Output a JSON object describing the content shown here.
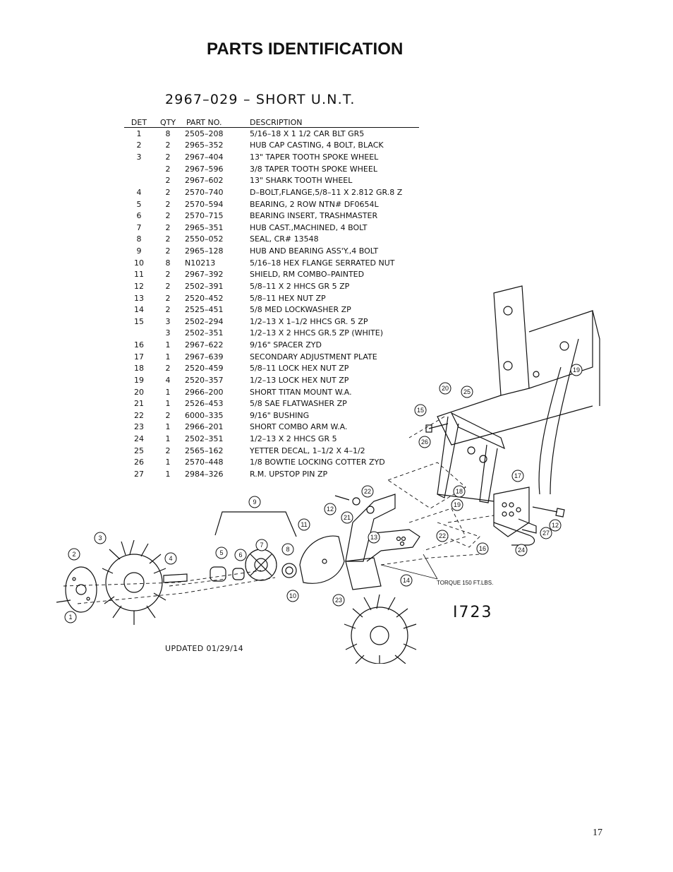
{
  "page": {
    "title": "PARTS IDENTIFICATION",
    "number": "17"
  },
  "drawing": {
    "title": "2967–029 – SHORT U.N.T.",
    "number": "I723",
    "updated": "UPDATED 01/29/14",
    "torque_note": "TORQUE 150 FT.LBS."
  },
  "table": {
    "headers": {
      "det": "DET",
      "qty": "QTY",
      "part": "PART NO.",
      "desc": "DESCRIPTION"
    },
    "rows": [
      {
        "det": "1",
        "qty": "8",
        "part": "2505–208",
        "desc": "5/16–18 X 1 1/2 CAR BLT GR5"
      },
      {
        "det": "2",
        "qty": "2",
        "part": "2965–352",
        "desc": "HUB CAP CASTING, 4 BOLT, BLACK"
      },
      {
        "det": "3",
        "qty": "2",
        "part": "2967–404",
        "desc": "13\" TAPER TOOTH SPOKE WHEEL"
      },
      {
        "det": "",
        "qty": "2",
        "part": "2967–596",
        "desc": "3/8 TAPER TOOTH SPOKE WHEEL"
      },
      {
        "det": "",
        "qty": "2",
        "part": "2967–602",
        "desc": "13\" SHARK TOOTH WHEEL"
      },
      {
        "det": "4",
        "qty": "2",
        "part": "2570–740",
        "desc": "D–BOLT,FLANGE,5/8–11 X 2.812 GR.8 Z"
      },
      {
        "det": "5",
        "qty": "2",
        "part": "2570–594",
        "desc": "BEARING, 2 ROW NTN# DF0654L"
      },
      {
        "det": "6",
        "qty": "2",
        "part": "2570–715",
        "desc": "BEARING INSERT, TRASHMASTER"
      },
      {
        "det": "7",
        "qty": "2",
        "part": "2965–351",
        "desc": "HUB CAST.,MACHINED, 4 BOLT"
      },
      {
        "det": "8",
        "qty": "2",
        "part": "2550–052",
        "desc": "SEAL, CR# 13548"
      },
      {
        "det": "9",
        "qty": "2",
        "part": "2965–128",
        "desc": "HUB AND BEARING ASS'Y.,4 BOLT"
      },
      {
        "det": "10",
        "qty": "8",
        "part": "N10213",
        "desc": "5/16–18 HEX FLANGE SERRATED NUT"
      },
      {
        "det": "11",
        "qty": "2",
        "part": "2967–392",
        "desc": "SHIELD, RM COMBO–PAINTED"
      },
      {
        "det": "12",
        "qty": "2",
        "part": "2502–391",
        "desc": "5/8–11 X 2 HHCS GR 5 ZP"
      },
      {
        "det": "13",
        "qty": "2",
        "part": "2520–452",
        "desc": "5/8–11 HEX NUT ZP"
      },
      {
        "det": "14",
        "qty": "2",
        "part": "2525–451",
        "desc": "5/8 MED LOCKWASHER ZP"
      },
      {
        "det": "15",
        "qty": "3",
        "part": "2502–294",
        "desc": "1/2–13 X 1–1/2 HHCS GR. 5 ZP"
      },
      {
        "det": "",
        "qty": "3",
        "part": "2502–351",
        "desc": "1/2–13 X 2 HHCS GR.5 ZP (WHITE)"
      },
      {
        "det": "16",
        "qty": "1",
        "part": "2967–622",
        "desc": "9/16\" SPACER ZYD"
      },
      {
        "det": "17",
        "qty": "1",
        "part": "2967–639",
        "desc": "SECONDARY ADJUSTMENT PLATE"
      },
      {
        "det": "18",
        "qty": "2",
        "part": "2520–459",
        "desc": "5/8–11 LOCK HEX NUT ZP"
      },
      {
        "det": "19",
        "qty": "4",
        "part": "2520–357",
        "desc": "1/2–13 LOCK HEX NUT ZP"
      },
      {
        "det": "20",
        "qty": "1",
        "part": "2966–200",
        "desc": "SHORT TITAN MOUNT W.A."
      },
      {
        "det": "21",
        "qty": "1",
        "part": "2526–453",
        "desc": "5/8 SAE FLATWASHER ZP"
      },
      {
        "det": "22",
        "qty": "2",
        "part": "6000–335",
        "desc": "9/16\" BUSHING"
      },
      {
        "det": "23",
        "qty": "1",
        "part": "2966–201",
        "desc": "SHORT COMBO ARM W.A."
      },
      {
        "det": "24",
        "qty": "1",
        "part": "2502–351",
        "desc": "1/2–13 X 2 HHCS GR 5"
      },
      {
        "det": "25",
        "qty": "2",
        "part": "2565–162",
        "desc": "YETTER DECAL, 1–1/2 X 4–1/2"
      },
      {
        "det": "26",
        "qty": "1",
        "part": "2570–448",
        "desc": "1/8 BOWTIE LOCKING COTTER ZYD"
      },
      {
        "det": "27",
        "qty": "1",
        "part": "2984–326",
        "desc": "R.M. UPSTOP PIN ZP"
      }
    ]
  },
  "callouts": [
    "1",
    "2",
    "3",
    "4",
    "5",
    "6",
    "7",
    "8",
    "9",
    "10",
    "11",
    "12",
    "12",
    "13",
    "14",
    "15",
    "16",
    "17",
    "18",
    "19",
    "19",
    "20",
    "21",
    "22",
    "22",
    "23",
    "24",
    "25",
    "26",
    "27"
  ]
}
